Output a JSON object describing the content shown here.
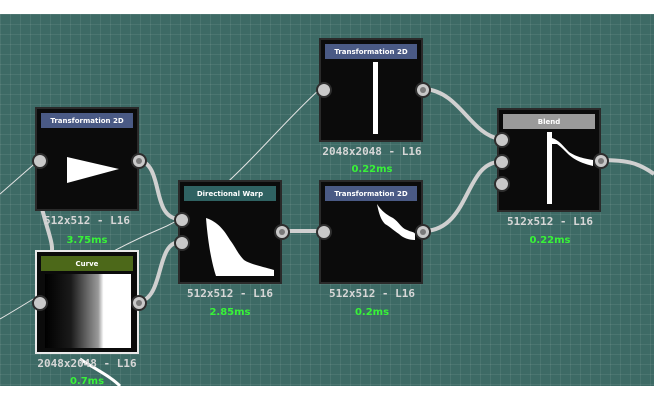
{
  "colors": {
    "canvas_bg": "#3d6a65",
    "header_transform": "#4a5a85",
    "header_warp": "#2f6262",
    "header_curve": "#4c6819",
    "header_blend": "#9a9a9a",
    "timing_text": "#38f338"
  },
  "nodes": [
    {
      "id": "transform-2d-a",
      "title": "Transformation 2D",
      "resolution": "512x512 - L16",
      "timing": "3.75ms",
      "thumbnail_icon": "triangle-gradient-icon"
    },
    {
      "id": "transform-2d-top",
      "title": "Transformation 2D",
      "resolution": "2048x2048 - L16",
      "timing": "0.22ms",
      "thumbnail_icon": "vertical-line-icon"
    },
    {
      "id": "directional-warp",
      "title": "Directional Warp",
      "resolution": "512x512 - L16",
      "timing": "2.85ms",
      "thumbnail_icon": "warped-shape-icon"
    },
    {
      "id": "transform-2d-mid",
      "title": "Transformation 2D",
      "resolution": "512x512 - L16",
      "timing": "0.2ms",
      "thumbnail_icon": "warped-shape-icon"
    },
    {
      "id": "blend",
      "title": "Blend",
      "resolution": "512x512 - L16",
      "timing": "0.22ms",
      "thumbnail_icon": "blend-result-icon"
    },
    {
      "id": "curve",
      "title": "Curve",
      "resolution": "2048x2048 - L16",
      "timing": "0.7ms",
      "thumbnail_icon": "gradient-icon"
    }
  ]
}
